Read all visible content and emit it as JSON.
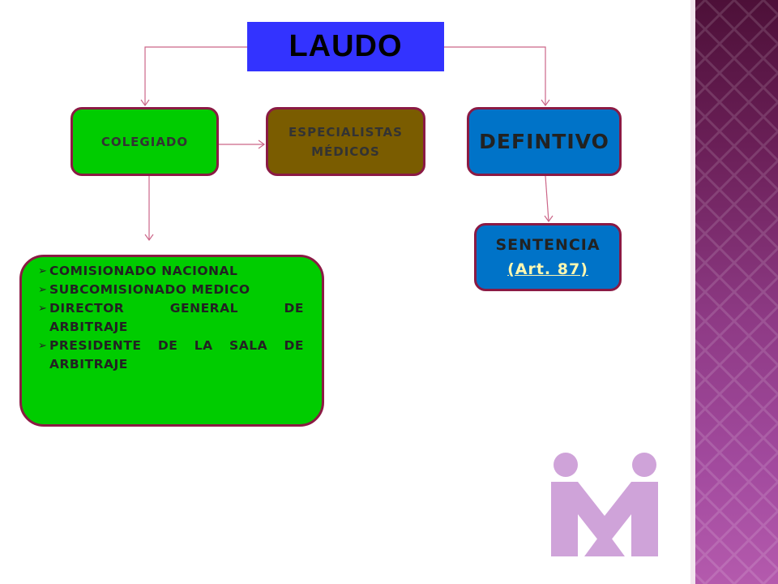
{
  "title": "LAUDO",
  "nodes": {
    "colegiado": "COLEGIADO",
    "especialistas_line1": "ESPECIALISTAS",
    "especialistas_line2": "MÉDICOS",
    "definitivo": "DEFINTIVO",
    "sentencia": "SENTENCIA",
    "sentencia_link": "(Art. 87)"
  },
  "members": [
    "COMISIONADO NACIONAL",
    "SUBCOMISIONADO MEDICO",
    "DIRECTOR GENERAL DE ARBITRAJE",
    "PRESIDENTE DE LA SALA DE ARBITRAJE"
  ],
  "bullet_symbol": "➢",
  "colors": {
    "laudo": "#3333ff",
    "green": "#00cc00",
    "brown": "#7a5c00",
    "blue": "#0073c8",
    "border": "#8b1a44",
    "connector": "#cc6688",
    "logo": "#cfa3d9"
  }
}
